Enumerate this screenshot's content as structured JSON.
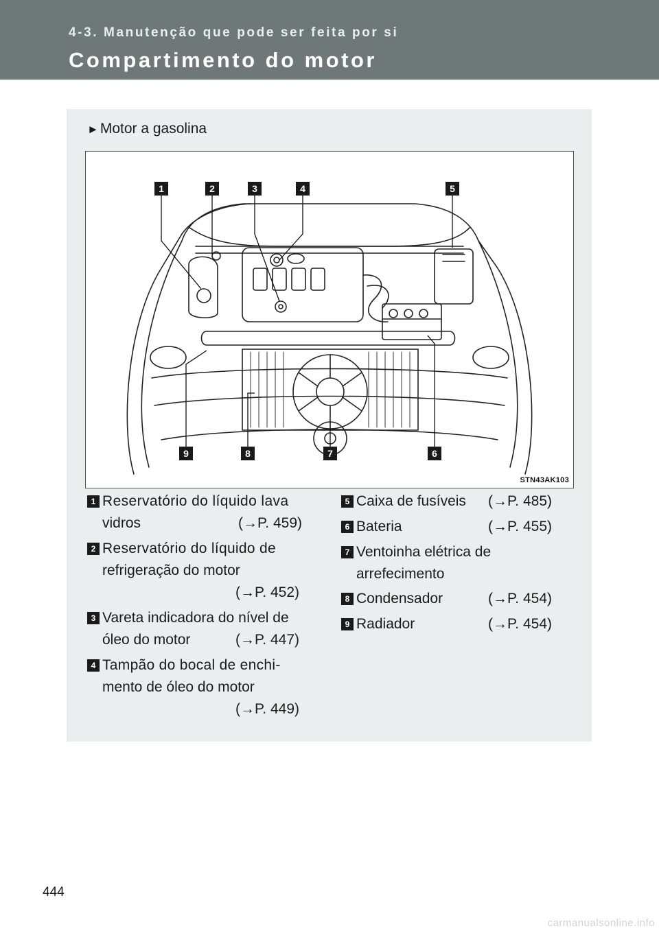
{
  "header": {
    "section_label": "4-3. Manutenção que pode ser feita por si",
    "title": "Compartimento do motor"
  },
  "panel": {
    "variant_marker": "►",
    "variant_label": "Motor a gasolina",
    "figure_code": "STN43AK103",
    "callouts": [
      "1",
      "2",
      "3",
      "4",
      "5",
      "6",
      "7",
      "8",
      "9"
    ]
  },
  "items": [
    {
      "num": "1",
      "lines": [
        "Reservatório do líquido lava",
        "vidros"
      ],
      "ref": "(→P. 459)"
    },
    {
      "num": "2",
      "lines": [
        "Reservatório do líquido de",
        "refrigeração do motor"
      ],
      "ref": "(→P. 452)"
    },
    {
      "num": "3",
      "lines": [
        "Vareta indicadora do nível de",
        "óleo do motor"
      ],
      "ref": "(→P. 447)"
    },
    {
      "num": "4",
      "lines": [
        "Tampão do bocal de enchi-",
        "mento de óleo do motor"
      ],
      "ref": "(→P. 449)"
    },
    {
      "num": "5",
      "lines": [
        "Caixa de fusíveis"
      ],
      "ref": "(→P. 485)"
    },
    {
      "num": "6",
      "lines": [
        "Bateria"
      ],
      "ref": "(→P. 455)"
    },
    {
      "num": "7",
      "lines": [
        "Ventoinha elétrica de",
        "arrefecimento"
      ],
      "ref": ""
    },
    {
      "num": "8",
      "lines": [
        "Condensador"
      ],
      "ref": "(→P. 454)"
    },
    {
      "num": "9",
      "lines": [
        "Radiador"
      ],
      "ref": "(→P. 454)"
    }
  ],
  "page_number": "444",
  "watermark": "carmanualsonline.info"
}
